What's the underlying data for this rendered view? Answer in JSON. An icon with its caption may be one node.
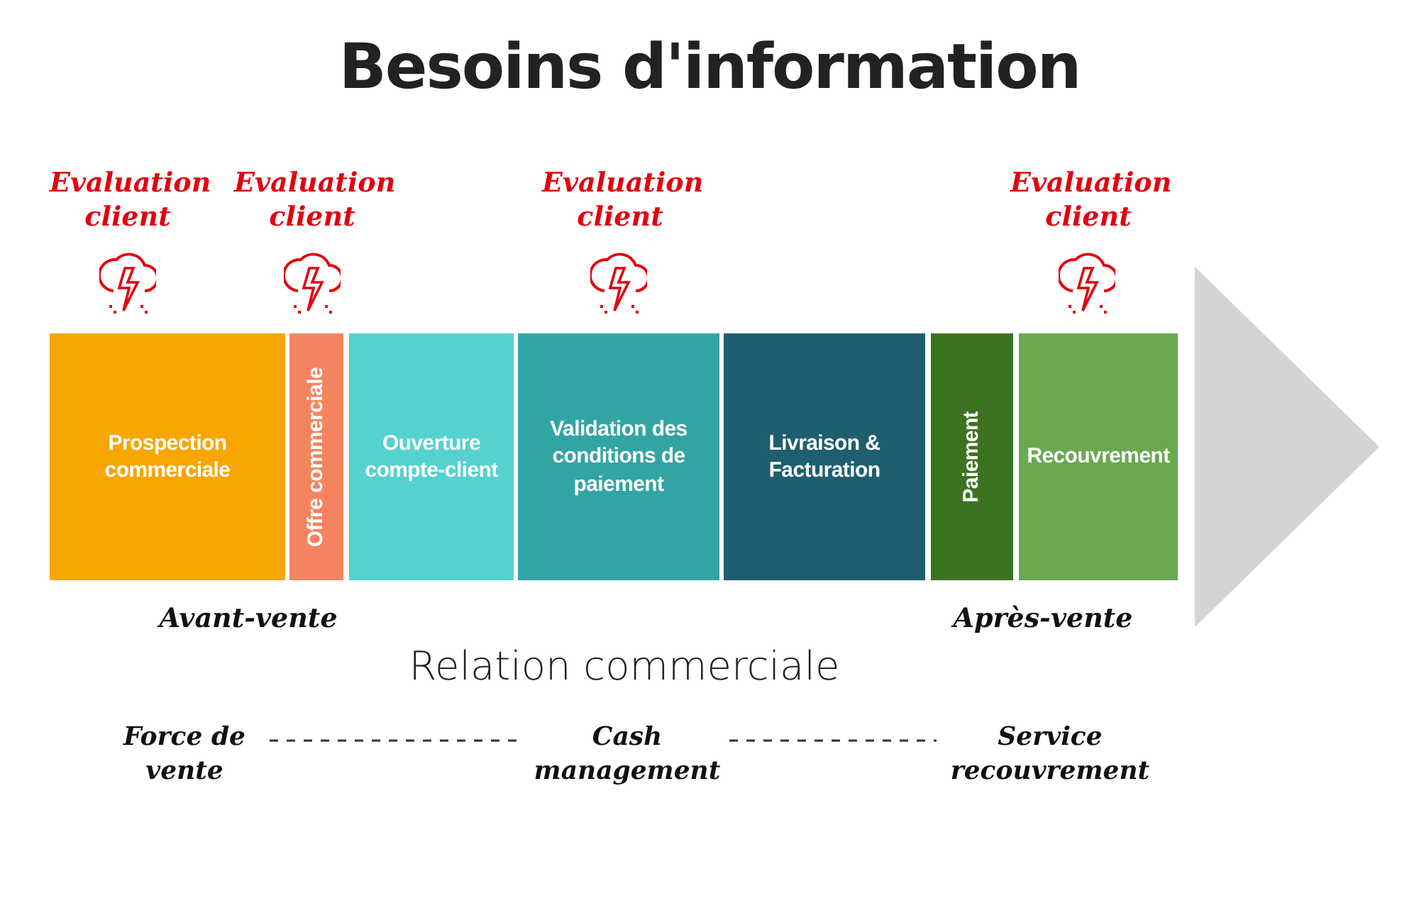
{
  "diagram": {
    "title": "Besoins d'information",
    "nodes": [
      {
        "text": [
          "Prospection commerciale"
        ]
      },
      {
        "text": [
          "Offre commerciale"
        ]
      },
      {
        "text": [
          "Ouverture compte-client"
        ]
      },
      {
        "text": [
          "Validation des conditions de paiement"
        ]
      },
      {
        "text": [
          "Livraison & Facturation"
        ]
      },
      {
        "text": [
          "Paiement"
        ]
      },
      {
        "text": [
          "Recouvrement"
        ]
      },
      {
        "text": [
          "Force de vente"
        ]
      },
      {
        "text": [
          "Cash management"
        ]
      },
      {
        "text": [
          "Service recouvrement"
        ]
      }
    ],
    "edges": [
      {
        "from": 7,
        "to": 8,
        "arrow": "none",
        "style": "dashed"
      },
      {
        "from": 8,
        "to": 9,
        "arrow": "none",
        "style": "dashed"
      }
    ],
    "labels": [
      "Evaluation client",
      "Evaluation client",
      "Evaluation client",
      "Evaluation client",
      "Avant-vente",
      "Après-vente",
      "Relation commerciale"
    ]
  }
}
